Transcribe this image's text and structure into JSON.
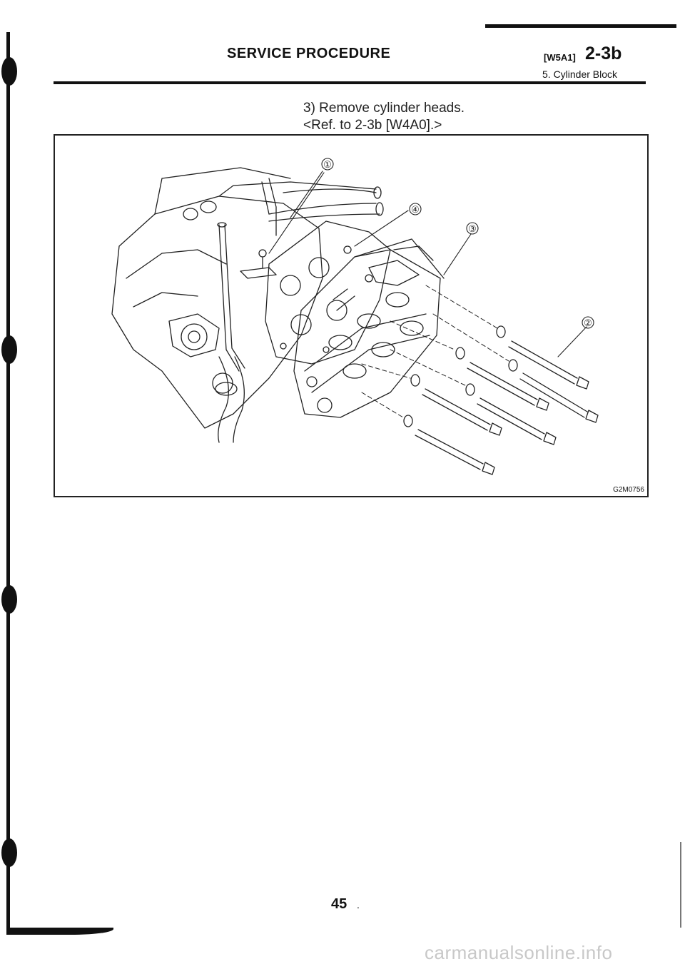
{
  "header": {
    "title": "SERVICE PROCEDURE",
    "code": "[W5A1]",
    "section": "2-3b",
    "subsection": "5. Cylinder Block"
  },
  "step": {
    "line1": "3) Remove cylinder heads.",
    "line2": "<Ref. to 2-3b [W4A0].>"
  },
  "figure": {
    "code": "G2M0756",
    "callouts": [
      "①",
      "②",
      "③",
      "④"
    ]
  },
  "page_number": "45",
  "page_mark": ".",
  "watermark": "carmanualsonline.info"
}
